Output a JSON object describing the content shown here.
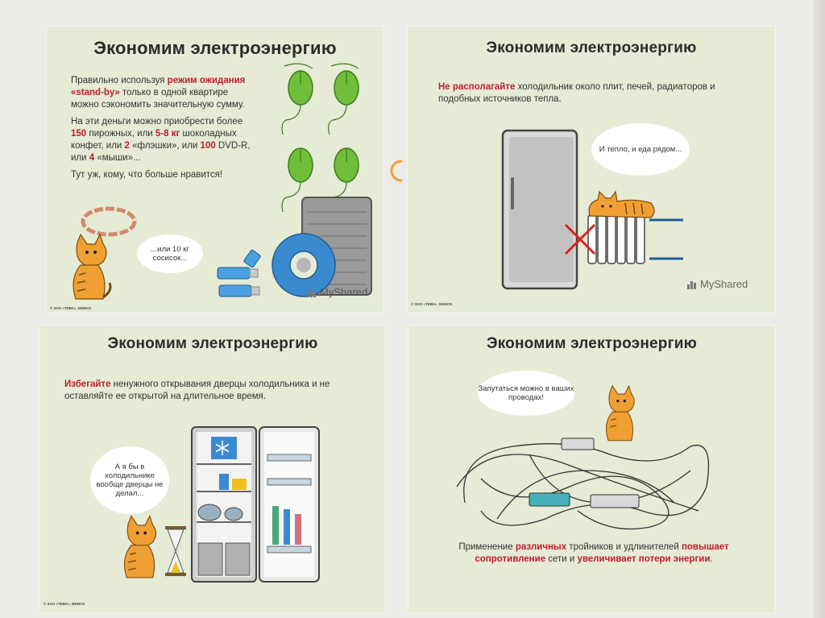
{
  "slides": [
    {
      "title": "Экономим электроэнергию",
      "p1_a": "Правильно используя ",
      "p1_hl": "режим ожидания «stand-by»",
      "p1_b": " только в одной квартире можно сэкономить значительную сумму.",
      "p2_a": "На эти деньги можно приобрести более ",
      "p2_hl1": "150",
      "p2_b": " пирожных, или ",
      "p2_hl2": "5-8 кг",
      "p2_c": " шоколадных конфет, или ",
      "p2_hl3": "2",
      "p2_d": " «флэшки», или ",
      "p2_hl4": "100",
      "p2_e": " DVD-R, или ",
      "p2_hl5": "4",
      "p2_f": " «мыши»...",
      "p3": "Тут уж, кому, что больше нравится!",
      "bubble": "...или 10 кг сосисок...",
      "copyright": "© ЗАО «ТЕВА», МИНСК",
      "watermark": "MyShared"
    },
    {
      "title": "Экономим электроэнергию",
      "p1_hl": "Не располагайте",
      "p1_a": " холодильник около плит, печей, радиаторов и подобных источников тепла.",
      "bubble": "И тепло, и еда рядом...",
      "copyright": "© ЗАО «ТЕВА», МИНСК",
      "watermark": "MyShared"
    },
    {
      "title": "Экономим электроэнергию",
      "p1_hl": "Избегайте",
      "p1_a": " ненужного открывания дверцы холодильника и не оставляйте ее открытой на длительное время.",
      "bubble": "А я бы в холодильнике вообще дверцы не делал...",
      "copyright": "© ЗАО «ТЕВА», МИНСК"
    },
    {
      "title": "Экономим электроэнергию",
      "bubble": "Запутаться можно в ваших проводах!",
      "p1_a": "Применение ",
      "p1_hl1": "различных",
      "p1_b": " тройников и удлинителей ",
      "p1_hl2": "повышает сопротивление",
      "p1_c": " сети и ",
      "p1_hl3": "увеличивает потери энергии",
      "p1_d": "."
    }
  ],
  "colors": {
    "slide_bg": "#e5ebd5",
    "highlight": "#c21a2e",
    "mouse_green": "#6fbf3a",
    "cat_orange": "#f0a033"
  },
  "icons": [
    "mouse-icon",
    "cat-icon",
    "fridge-icon",
    "radiator-icon",
    "flash-drive-icon",
    "dvd-icon",
    "sausage-icon",
    "power-strip-icon",
    "hourglass-icon",
    "snowflake-icon"
  ]
}
